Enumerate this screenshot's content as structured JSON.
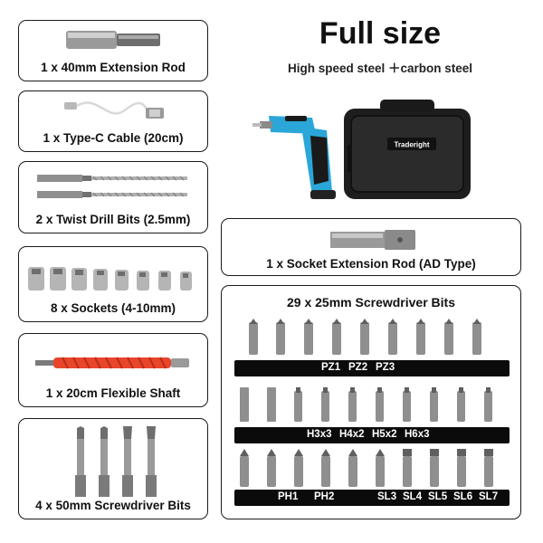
{
  "header": {
    "title": "Full size",
    "subtitle": "High speed steel ＋carbon steel"
  },
  "brand": {
    "logo_text": "Traderight"
  },
  "items": {
    "extension_rod": "1 x 40mm Extension Rod",
    "cable": "1 x Type-C Cable (20cm)",
    "drill_bits": "2 x Twist Drill Bits (2.5mm)",
    "sockets": "8 x Sockets (4-10mm)",
    "flex_shaft": "1 x 20cm Flexible Shaft",
    "screwdriver_bits_50": "4 x 50mm Screwdriver Bits",
    "socket_ext_rod": "1 x Socket Extension Rod (AD Type)"
  },
  "bits_panel": {
    "title": "29 x 25mm Screwdriver Bits",
    "row1_labels": [
      "PZ1",
      "PZ2",
      "PZ3"
    ],
    "row2_labels": [
      "H3x3",
      "H4x2",
      "H5x2",
      "H6x3"
    ],
    "row3_labels": [
      "PH1",
      "PH2",
      "SL3",
      "SL4",
      "SL5",
      "SL6",
      "SL7"
    ]
  },
  "colors": {
    "accent_blue": "#2aa7d8",
    "flex_red": "#e8452b",
    "case_black": "#1e1e1e",
    "steel": "#9a9a9a"
  }
}
